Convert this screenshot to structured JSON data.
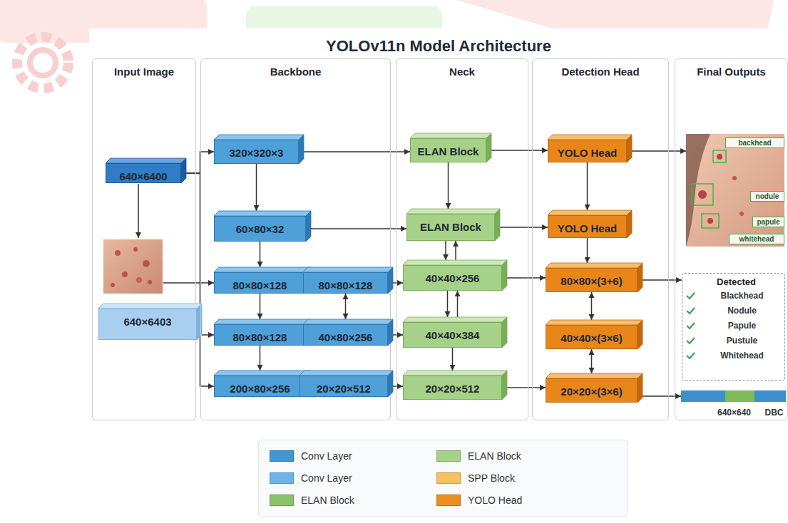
{
  "diagram": {
    "title": "YOLOv11n Model Architecture",
    "nodes": [
      {
        "text": [
          "Input Image"
        ]
      },
      {
        "text": [
          "640×6400"
        ],
        "in": 0
      },
      {
        "text": [
          "640×6403"
        ],
        "in": 0
      },
      {
        "text": [
          "Backbone"
        ]
      },
      {
        "text": [
          "320×320×3"
        ],
        "in": 3
      },
      {
        "text": [
          "60×80×32"
        ],
        "in": 3
      },
      {
        "text": [
          "80×80×128"
        ],
        "in": 3
      },
      {
        "text": [
          "80×80×128"
        ],
        "in": 3
      },
      {
        "text": [
          "80×80×128"
        ],
        "in": 3
      },
      {
        "text": [
          "40×80×256"
        ],
        "in": 3
      },
      {
        "text": [
          "200×80×256"
        ],
        "in": 3
      },
      {
        "text": [
          "20×20×512"
        ],
        "in": 3
      },
      {
        "text": [
          "Neck"
        ]
      },
      {
        "text": [
          "ELAN Block"
        ],
        "in": 12
      },
      {
        "text": [
          "ELAN Block"
        ],
        "in": 12
      },
      {
        "text": [
          "40×40×256"
        ],
        "in": 12
      },
      {
        "text": [
          "40×40×384"
        ],
        "in": 12
      },
      {
        "text": [
          "20×20×512"
        ],
        "in": 12
      },
      {
        "text": [
          "Detection Head"
        ]
      },
      {
        "text": [
          "YOLO Head"
        ],
        "in": 18
      },
      {
        "text": [
          "YOLO Head"
        ],
        "in": 18
      },
      {
        "text": [
          "80×80×(3+6)"
        ],
        "in": 18
      },
      {
        "text": [
          "40×40×(3×6)"
        ],
        "in": 18
      },
      {
        "text": [
          "20×20×(3×6)"
        ],
        "in": 18
      },
      {
        "text": [
          "Final Outputs"
        ]
      },
      {
        "text": [
          "backhead",
          "nodule",
          "papule",
          "whitehead"
        ],
        "in": 24
      },
      {
        "text": [
          "Detected",
          "Blackhead",
          "Nodule",
          "Papule",
          "Pustule",
          "Whitehead"
        ],
        "in": 24
      },
      {
        "text": [
          "640×640",
          "DBC"
        ],
        "in": 24
      }
    ],
    "edges": [
      {
        "from": 1,
        "to": 4,
        "arrow": "to"
      },
      {
        "from": 1,
        "to": 10,
        "arrow": "to"
      },
      {
        "from": 2,
        "to": 8,
        "arrow": "to"
      },
      {
        "from": 4,
        "to": 13,
        "arrow": "to"
      },
      {
        "from": 4,
        "to": 5,
        "arrow": "to"
      },
      {
        "from": 5,
        "to": 14,
        "arrow": "to"
      },
      {
        "from": 5,
        "to": 6,
        "arrow": "to"
      },
      {
        "from": 6,
        "to": 7,
        "arrow": "to"
      },
      {
        "from": 7,
        "to": 15,
        "arrow": "to"
      },
      {
        "from": 6,
        "to": 8,
        "arrow": "to"
      },
      {
        "from": 7,
        "to": 9,
        "arrow": "both"
      },
      {
        "from": 8,
        "to": 10,
        "arrow": "to"
      },
      {
        "from": 10,
        "to": 11,
        "arrow": "to"
      },
      {
        "from": 11,
        "to": 17,
        "arrow": "to"
      },
      {
        "from": 9,
        "to": 16,
        "arrow": "to"
      },
      {
        "from": 13,
        "to": 14,
        "arrow": "to"
      },
      {
        "from": 13,
        "to": 19,
        "arrow": "to"
      },
      {
        "from": 14,
        "to": 20,
        "arrow": "to"
      },
      {
        "from": 14,
        "to": 15,
        "arrow": "to"
      },
      {
        "from": 15,
        "to": 14,
        "arrow": "to"
      },
      {
        "from": 15,
        "to": 16,
        "arrow": "to"
      },
      {
        "from": 16,
        "to": 15,
        "arrow": "to"
      },
      {
        "from": 16,
        "to": 17,
        "arrow": "to"
      },
      {
        "from": 15,
        "to": 21,
        "arrow": "to"
      },
      {
        "from": 17,
        "to": 23,
        "arrow": "to"
      },
      {
        "from": 19,
        "to": 20,
        "arrow": "to"
      },
      {
        "from": 19,
        "to": 25,
        "arrow": "to"
      },
      {
        "from": 20,
        "to": 21,
        "arrow": "to"
      },
      {
        "from": 21,
        "to": 22,
        "arrow": "both"
      },
      {
        "from": 22,
        "to": 23,
        "arrow": "both"
      },
      {
        "from": 21,
        "to": 26,
        "arrow": "to"
      },
      {
        "from": 23,
        "to": 27,
        "arrow": "to"
      }
    ],
    "legend": [
      {
        "text": "Conv Layer",
        "color": "#3f97d4"
      },
      {
        "text": "Conv Layer",
        "color": "#6cb6e6"
      },
      {
        "text": "ELAN Block",
        "color": "#8cc26b"
      },
      {
        "text": "ELAN Block",
        "color": "#a6d188"
      },
      {
        "text": "SPP Block",
        "color": "#f5c060"
      },
      {
        "text": "YOLO Head",
        "color": "#ee8d1f"
      }
    ]
  }
}
